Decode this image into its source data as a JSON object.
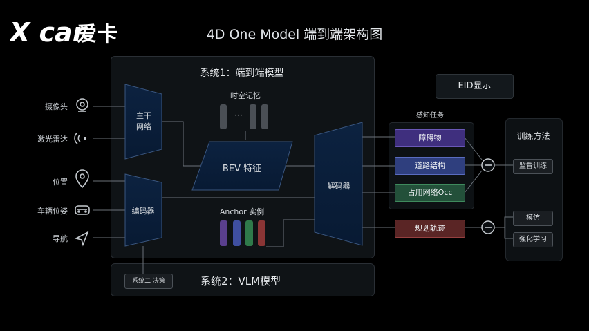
{
  "logo": {
    "brand_text": "X car",
    "cn_text": "爱卡"
  },
  "title": "4D One Model 端到端架构图",
  "system1": {
    "title": "系统1：端到端模型",
    "backbone": "主干\n网络",
    "encoder": "编码器",
    "memory_label": "时空记忆",
    "memory_dots": "···",
    "bev": "BEV 特征",
    "anchor_label": "Anchor 实例",
    "decoder": "解码器"
  },
  "system2": {
    "title": "系统2：VLM模型",
    "decision": "系统二 决策"
  },
  "inputs": [
    {
      "label": "摄像头",
      "icon": "camera-icon"
    },
    {
      "label": "激光雷达",
      "icon": "lidar-icon"
    },
    {
      "label": "位置",
      "icon": "location-pin-icon"
    },
    {
      "label": "车辆位姿",
      "icon": "car-icon"
    },
    {
      "label": "导航",
      "icon": "navigation-arrow-icon"
    }
  ],
  "perception": {
    "title": "感知任务",
    "tasks": [
      "障碍物",
      "道路结构",
      "占用网络Occ"
    ]
  },
  "planning": "规划轨迹",
  "eid": "EID显示",
  "training": {
    "title": "训练方法",
    "supervised": "监督训练",
    "imitation": "模仿",
    "rl": "强化学习"
  },
  "colors": {
    "obstacle": "#3f2f7e",
    "road": "#2f3f7e",
    "occ": "#23503a",
    "plan": "#5a2525",
    "anchor_bars": [
      "#5a3f8e",
      "#3f4fa0",
      "#2f7a4a",
      "#8a3535"
    ]
  }
}
